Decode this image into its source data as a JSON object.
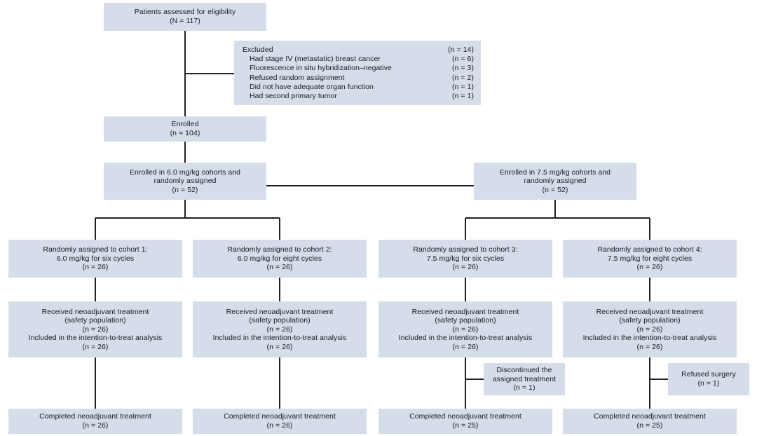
{
  "figure": {
    "type": "consort-flow-diagram",
    "box_fill_color": "#d5dcea",
    "connector_color": "#231f20",
    "text_color": "#1b1b1b"
  },
  "nodes": {
    "assessed": {
      "lines": [
        "Patients assessed for eligibility",
        "(N = 117)"
      ]
    },
    "excluded": {
      "rows": [
        {
          "label": "Excluded",
          "count": "(n = 14)",
          "indent": false
        },
        {
          "label": "Had stage IV (metastatic) breast cancer",
          "count": "(n = 6)",
          "indent": true
        },
        {
          "label": "Fluorescence in situ hybridization–negative",
          "count": "(n = 3)",
          "indent": true
        },
        {
          "label": "Refused random assignment",
          "count": "(n = 2)",
          "indent": true
        },
        {
          "label": "Did not have adequate organ function",
          "count": "(n = 1)",
          "indent": true
        },
        {
          "label": "Had second primary tumor",
          "count": "(n = 1)",
          "indent": true
        }
      ]
    },
    "enrolled": {
      "lines": [
        "Enrolled",
        "(n = 104)"
      ]
    },
    "enrolled_60": {
      "lines": [
        "Enrolled in 6.0 mg/kg cohorts and",
        "randomly assigned",
        "(n = 52)"
      ]
    },
    "enrolled_75": {
      "lines": [
        "Enrolled in 7.5 mg/kg cohorts and",
        "randomly assigned",
        "(n = 52)"
      ]
    },
    "cohort1_assigned": {
      "lines": [
        "Randomly assigned to cohort 1:",
        "6.0 mg/kg for six cycles",
        "(n = 26)"
      ]
    },
    "cohort2_assigned": {
      "lines": [
        "Randomly assigned to cohort 2:",
        "6.0 mg/kg for eight cycles",
        "(n = 26)"
      ]
    },
    "cohort3_assigned": {
      "lines": [
        "Randomly assigned to cohort 3:",
        "7.5 mg/kg for six cycles",
        "(n = 26)"
      ]
    },
    "cohort4_assigned": {
      "lines": [
        "Randomly assigned to cohort 4:",
        "7.5 mg/kg for eight cycles",
        "(n = 26)"
      ]
    },
    "cohort1_received": {
      "lines": [
        "Received neoadjuvant treatment",
        "(safety population)",
        "(n = 26)",
        "Included in the intention-to-treat analysis",
        "(n = 26)"
      ]
    },
    "cohort2_received": {
      "lines": [
        "Received neoadjuvant treatment",
        "(safety population)",
        "(n = 26)",
        "Included in the intention-to-treat analysis",
        "(n = 26)"
      ]
    },
    "cohort3_received": {
      "lines": [
        "Received neoadjuvant treatment",
        "(safety population)",
        "(n = 26)",
        "Included in the intention-to-treat analysis",
        "(n = 26)"
      ]
    },
    "cohort4_received": {
      "lines": [
        "Received neoadjuvant treatment",
        "(safety population)",
        "(n = 26)",
        "Included in the intention-to-treat analysis",
        "(n = 26)"
      ]
    },
    "cohort3_discontinued": {
      "lines": [
        "Discontinued the",
        "assigned treatment",
        "(n = 1)"
      ]
    },
    "cohort4_refused": {
      "lines": [
        "Refused surgery",
        "(n = 1)"
      ]
    },
    "cohort1_completed": {
      "lines": [
        "Completed neoadjuvant treatment",
        "(n = 26)"
      ]
    },
    "cohort2_completed": {
      "lines": [
        "Completed neoadjuvant treatment",
        "(n = 26)"
      ]
    },
    "cohort3_completed": {
      "lines": [
        "Completed neoadjuvant treatment",
        "(n = 25)"
      ]
    },
    "cohort4_completed": {
      "lines": [
        "Completed neoadjuvant treatment",
        "(n = 25)"
      ]
    }
  }
}
